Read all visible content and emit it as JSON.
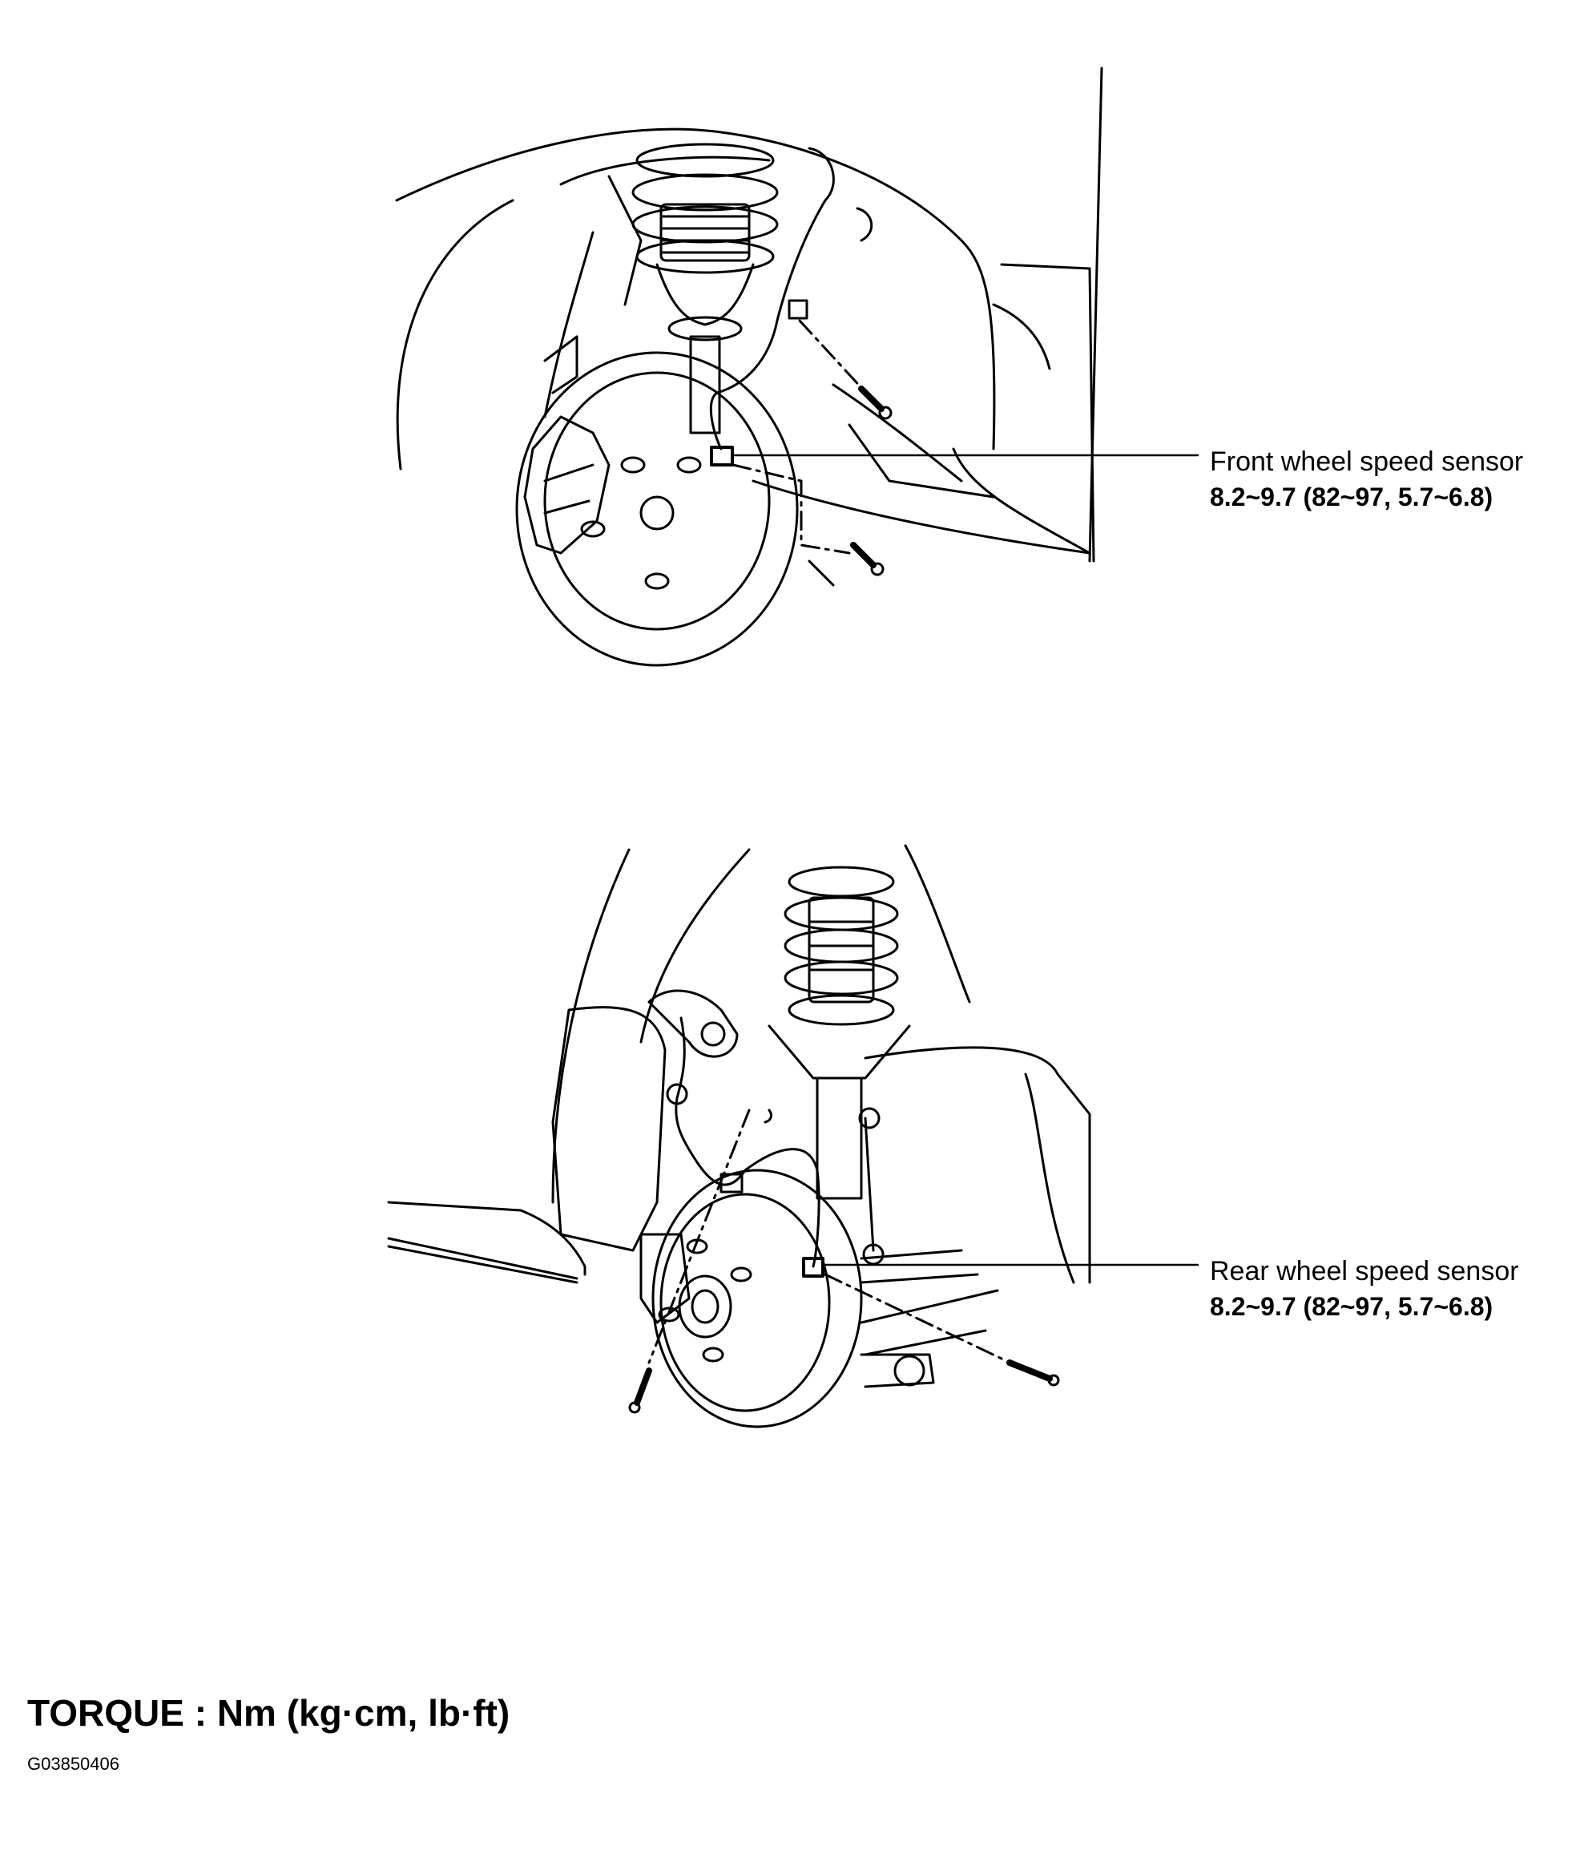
{
  "callouts": [
    {
      "id": "front",
      "name": "Front wheel speed sensor",
      "torque": "8.2~9.7 (82~97, 5.7~6.8)"
    },
    {
      "id": "rear",
      "name": "Rear wheel speed sensor",
      "torque": "8.2~9.7 (82~97, 5.7~6.8)"
    }
  ],
  "footer": {
    "title": "TORQUE : Nm (kg·cm, lb·ft)",
    "code": "G03850406"
  },
  "style": {
    "line_color": "#000000",
    "background": "#ffffff"
  }
}
